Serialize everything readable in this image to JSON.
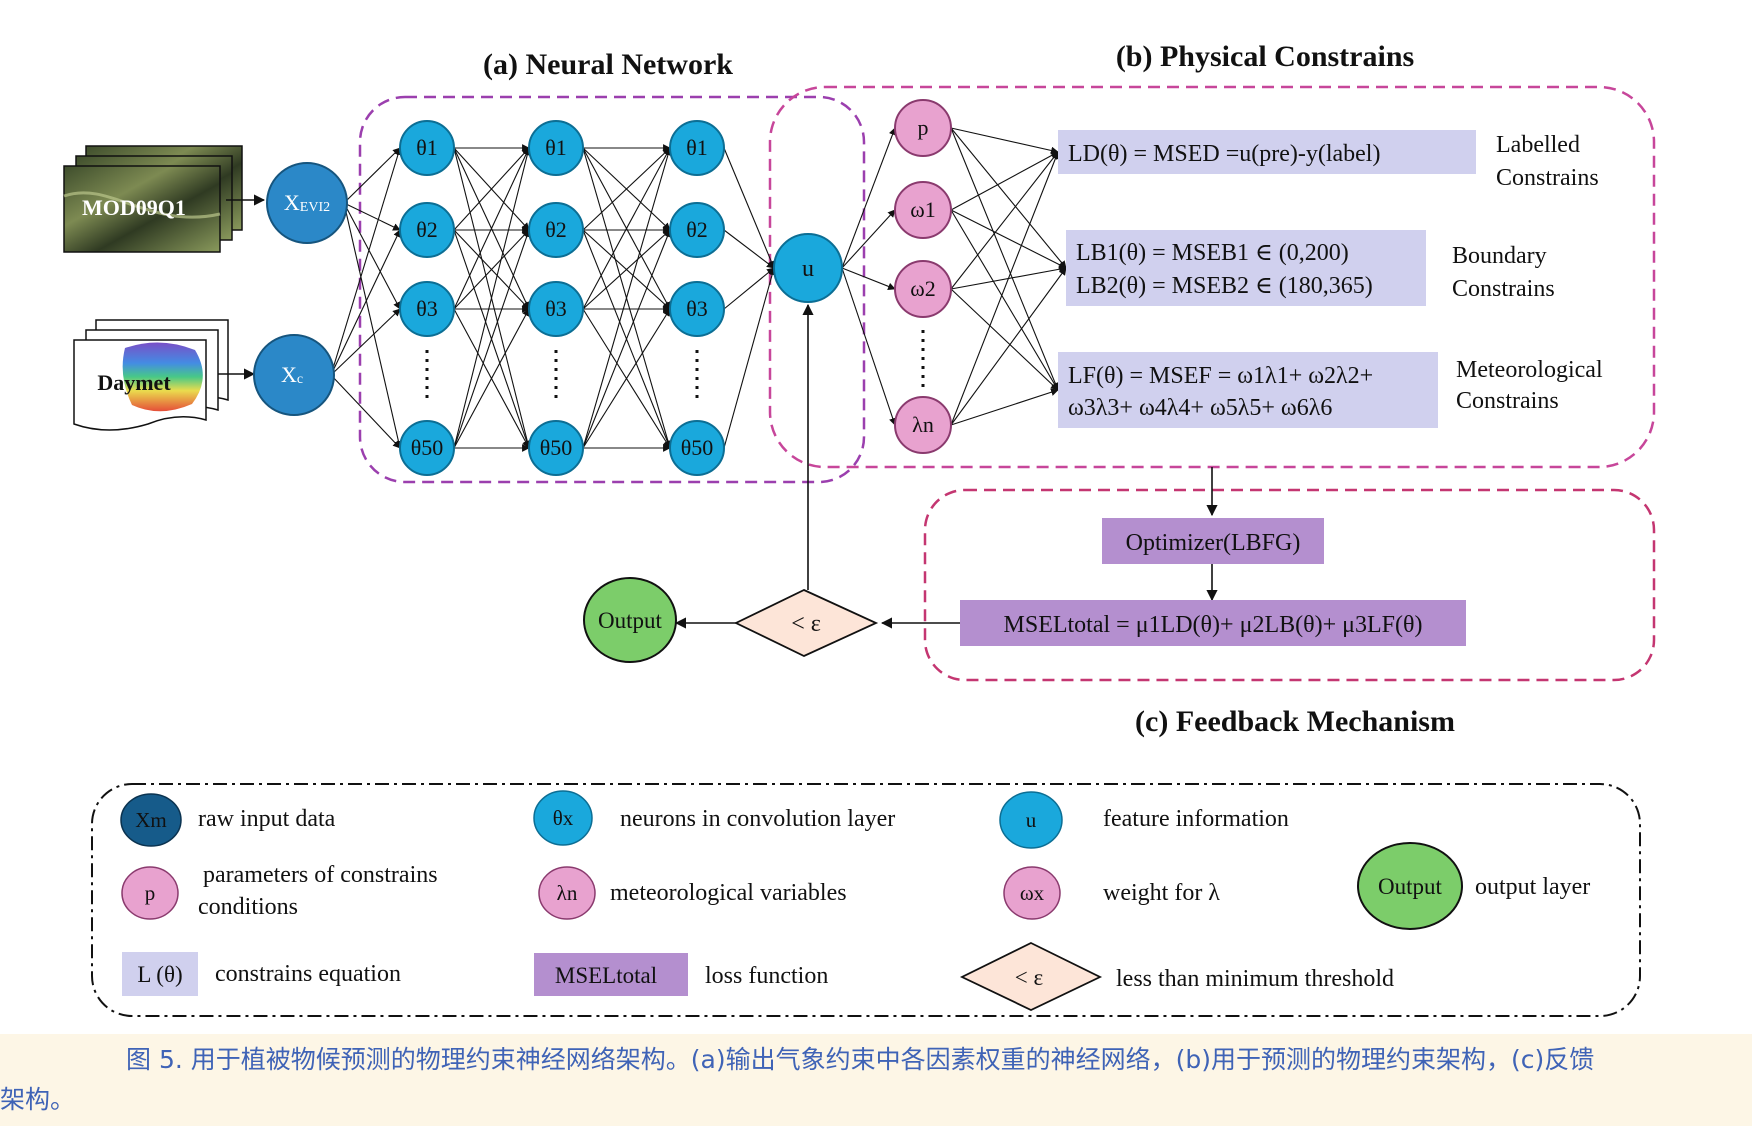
{
  "titles": {
    "neural_network": "(a) Neural Network",
    "physical_constraints": "(b) Physical Constrains",
    "feedback": "(c) Feedback Mechanism"
  },
  "inputs": {
    "mod09q1": "MOD09Q1",
    "daymet": "Daymet",
    "x_evi2_main": "X",
    "x_evi2_sub": "EVI2",
    "x_c_main": "X",
    "x_c_sub": "c"
  },
  "neurons": [
    "θ1",
    "θ2",
    "θ3",
    "θ50"
  ],
  "feature_node": "u",
  "constraint_params": {
    "p": "p",
    "w1": "ω1",
    "w2": "ω2",
    "lambda": "λn"
  },
  "constraint_boxes": {
    "labelled": [
      "LD(θ) = MSED =u(pre)-y(label)"
    ],
    "boundary": [
      "LB1(θ) = MSEB1 ∈ (0,200)",
      "LB2(θ) = MSEB2 ∈ (180,365)"
    ],
    "meteorological": [
      "LF(θ) = MSEF = ω1λ1+ ω2λ2+",
      "ω3λ3+ ω4λ4+ ω5λ5+ ω6λ6"
    ]
  },
  "constraint_labels": {
    "labelled": [
      "Labelled",
      "Constrains"
    ],
    "boundary": [
      "Boundary",
      "Constrains"
    ],
    "meteorological": [
      "Meteorological",
      "Constrains"
    ]
  },
  "optimizer": "Optimizer(LBFG)",
  "loss_total": "MSELtotal = μ1LD(θ)+ μ2LB(θ)+ μ3LF(θ)",
  "threshold": "< ε",
  "output": "Output",
  "legend": {
    "xm": {
      "symbol": "Xm",
      "text": "raw input data"
    },
    "theta_x": {
      "symbol": "θx",
      "text": "neurons in convolution layer"
    },
    "u": {
      "symbol": "u",
      "text": "feature information"
    },
    "p": {
      "symbol": "p",
      "text_lines": [
        "parameters  of constrains",
        "conditions"
      ]
    },
    "lambda": {
      "symbol": "λn",
      "text": "meteorological  variables"
    },
    "omega": {
      "symbol": "ωx",
      "text": "weight  for λ"
    },
    "output": {
      "symbol": "Output",
      "text": "output layer"
    },
    "l_theta": {
      "symbol": "L (θ)",
      "text": "constrains  equation"
    },
    "mseltotal": {
      "symbol": "MSELtotal",
      "text": "loss function"
    },
    "threshold": {
      "symbol": "< ε",
      "text": "less than minimum threshold"
    }
  },
  "caption_lines": [
    "图 5. 用于植被物候预测的物理约束神经网络架构。(a)输出气象约束中各因素权重的神经网络，(b)用于预测的物理约束架构，(c)反馈",
    "架构。"
  ],
  "colors": {
    "neuron": "#1aa8dc",
    "input_node": "#2b88c8",
    "constraint_node": "#e8a2cf",
    "output_node": "#7ccd6a",
    "threshold": "#fde5d8",
    "constraint_box": "#d0d0ee",
    "optimizer_box": "#b48fcf",
    "nn_border": "#9b3fae",
    "pc_border": "#c7469a",
    "fb_border": "#c43671",
    "caption": "#3f63b6"
  }
}
